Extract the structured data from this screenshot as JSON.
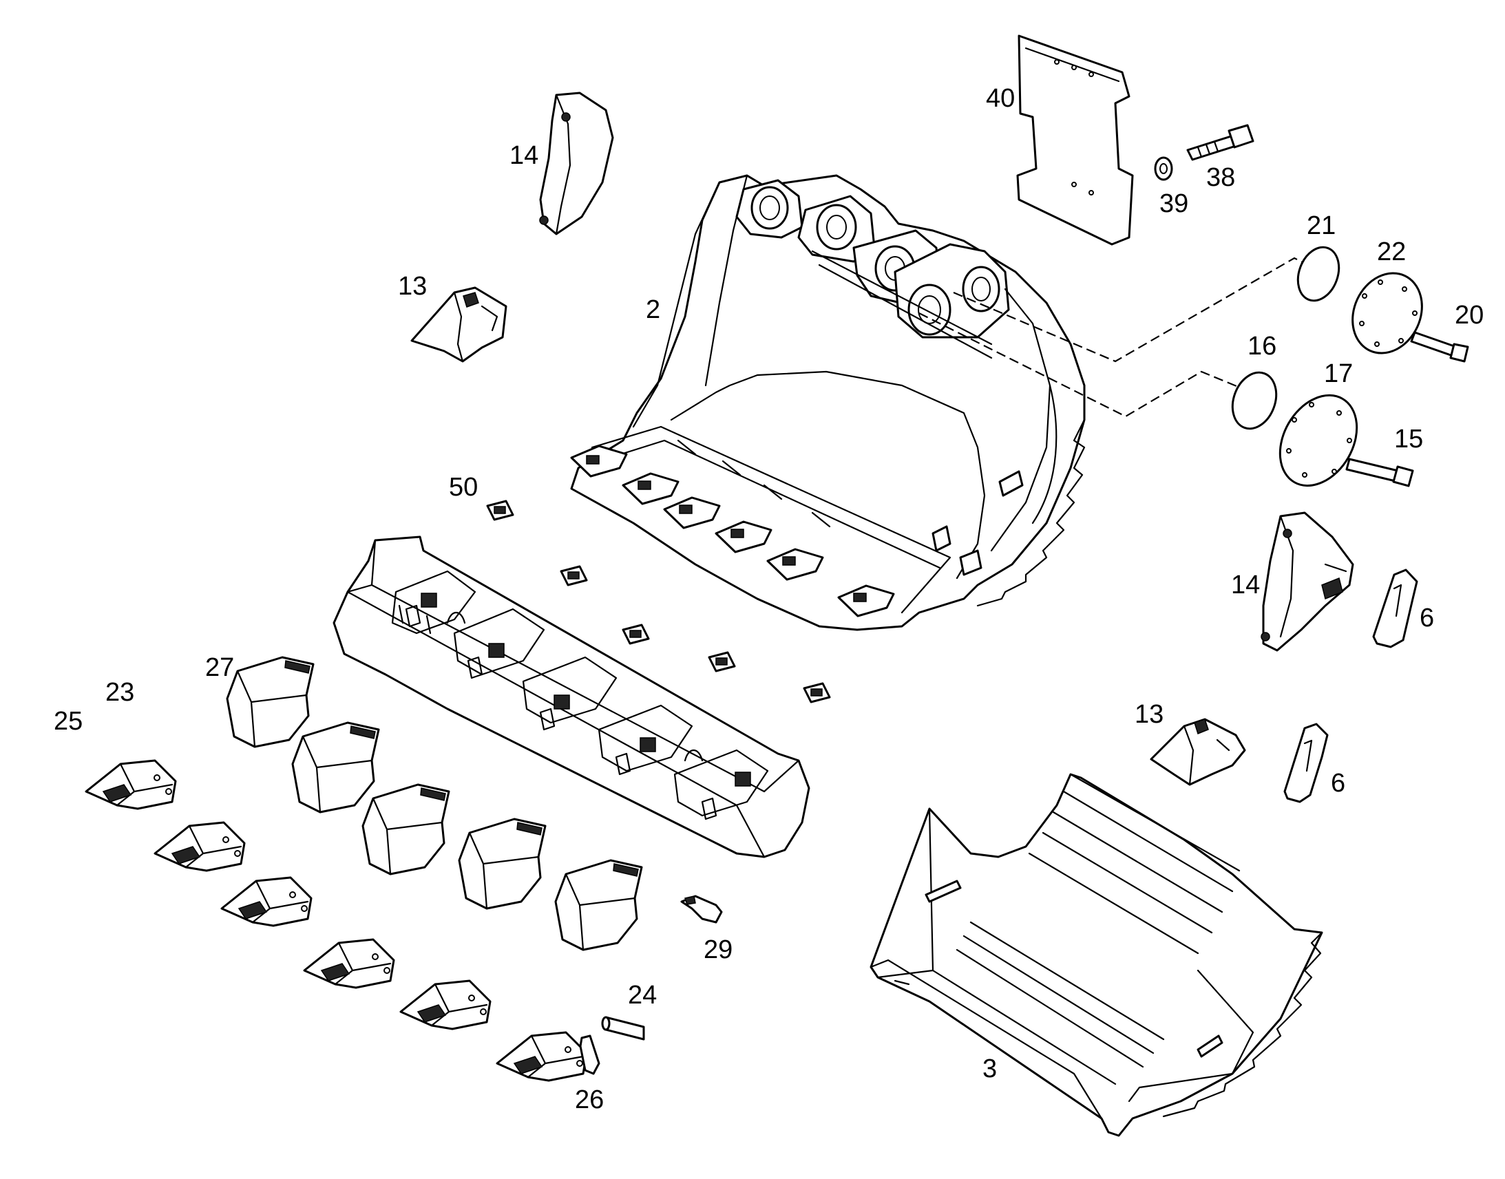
{
  "callouts": {
    "n2": "2",
    "n3": "3",
    "n6a": "6",
    "n6b": "6",
    "n13a": "13",
    "n13b": "13",
    "n14a": "14",
    "n14b": "14",
    "n15": "15",
    "n16": "16",
    "n17": "17",
    "n20": "20",
    "n21": "21",
    "n22": "22",
    "n23": "23",
    "n24": "24",
    "n25": "25",
    "n26": "26",
    "n27": "27",
    "n29": "29",
    "n38": "38",
    "n39": "39",
    "n40": "40",
    "n50": "50"
  },
  "colors": {
    "line": "#000000",
    "background": "#ffffff"
  }
}
